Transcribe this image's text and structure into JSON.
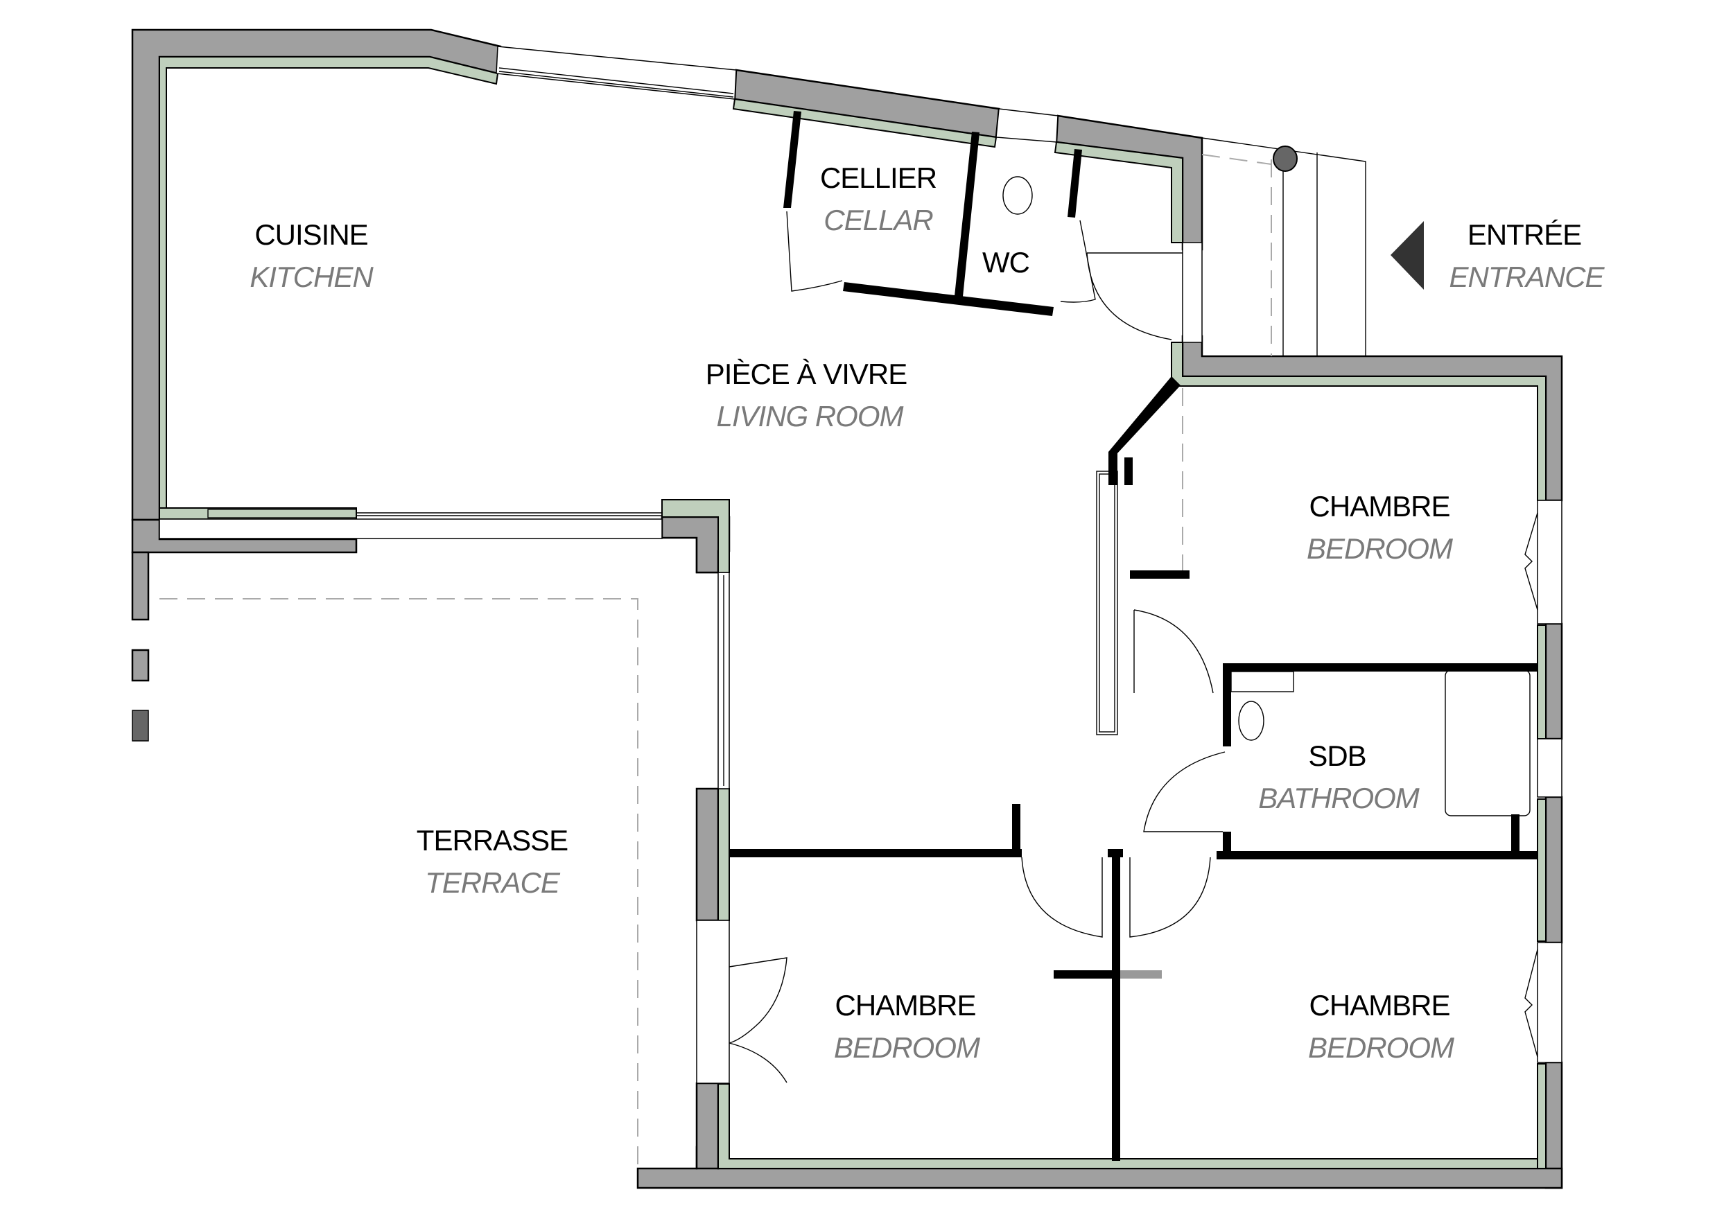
{
  "plan": {
    "type": "floor-plan",
    "colors": {
      "exterior_wall": "#a0a0a0",
      "insulation": "#bfcfbc",
      "interior_wall": "#000000",
      "label_primary": "#000000",
      "label_secondary": "#7a7a7a",
      "entrance_arrow": "#333333"
    },
    "rooms": [
      {
        "id": "kitchen",
        "label_fr": "CUISINE",
        "label_en": "KITCHEN"
      },
      {
        "id": "cellar",
        "label_fr": "CELLIER",
        "label_en": "CELLAR"
      },
      {
        "id": "wc",
        "label_fr": "WC",
        "label_en": ""
      },
      {
        "id": "living",
        "label_fr": "PIÈCE À VIVRE",
        "label_en": "LIVING ROOM"
      },
      {
        "id": "bedroom1",
        "label_fr": "CHAMBRE",
        "label_en": "BEDROOM"
      },
      {
        "id": "bathroom",
        "label_fr": "SDB",
        "label_en": "BATHROOM"
      },
      {
        "id": "terrace",
        "label_fr": "TERRASSE",
        "label_en": "TERRACE"
      },
      {
        "id": "bedroom2",
        "label_fr": "CHAMBRE",
        "label_en": "BEDROOM"
      },
      {
        "id": "bedroom3",
        "label_fr": "CHAMBRE",
        "label_en": "BEDROOM"
      }
    ],
    "entrance": {
      "label_fr": "ENTRÉE",
      "label_en": "ENTRANCE",
      "icon": "arrow-left-triangle-icon"
    }
  }
}
